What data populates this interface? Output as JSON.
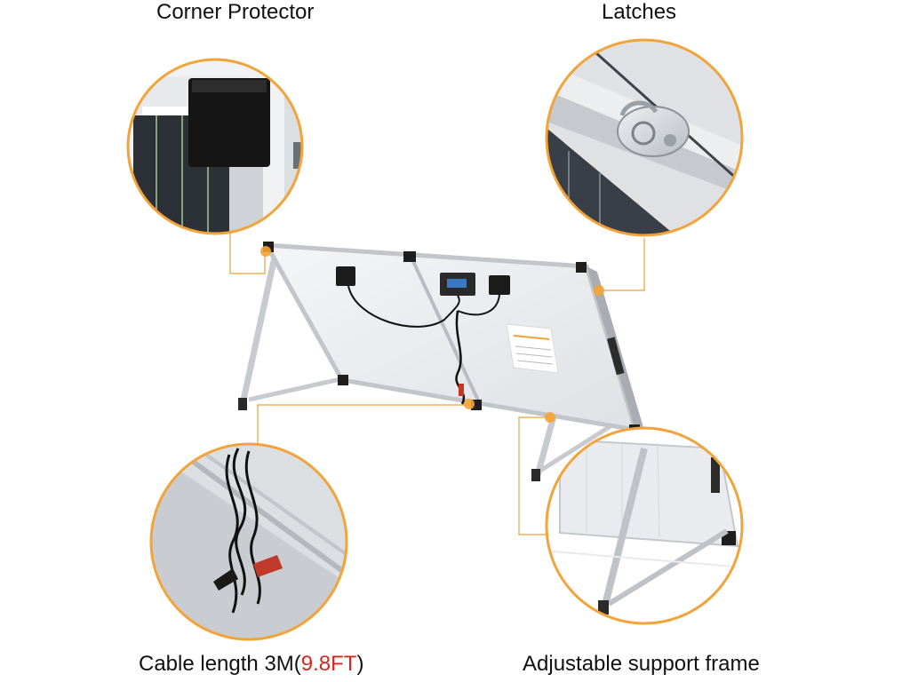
{
  "labels": {
    "corner": "Corner Protector",
    "latches": "Latches",
    "cable_prefix": "Cable length",
    "cable_metric": "3M",
    "cable_open": "(",
    "cable_feet": "9.8FT",
    "cable_close": ")",
    "frame": "Adjustable support frame"
  },
  "colors": {
    "callout_ring": "#f2a33a",
    "callout_line": "#e9a23c",
    "accent_text": "#d7261e",
    "panel_cell": "#e8e9ec",
    "frame_aluminium": "#c9ccd1"
  }
}
